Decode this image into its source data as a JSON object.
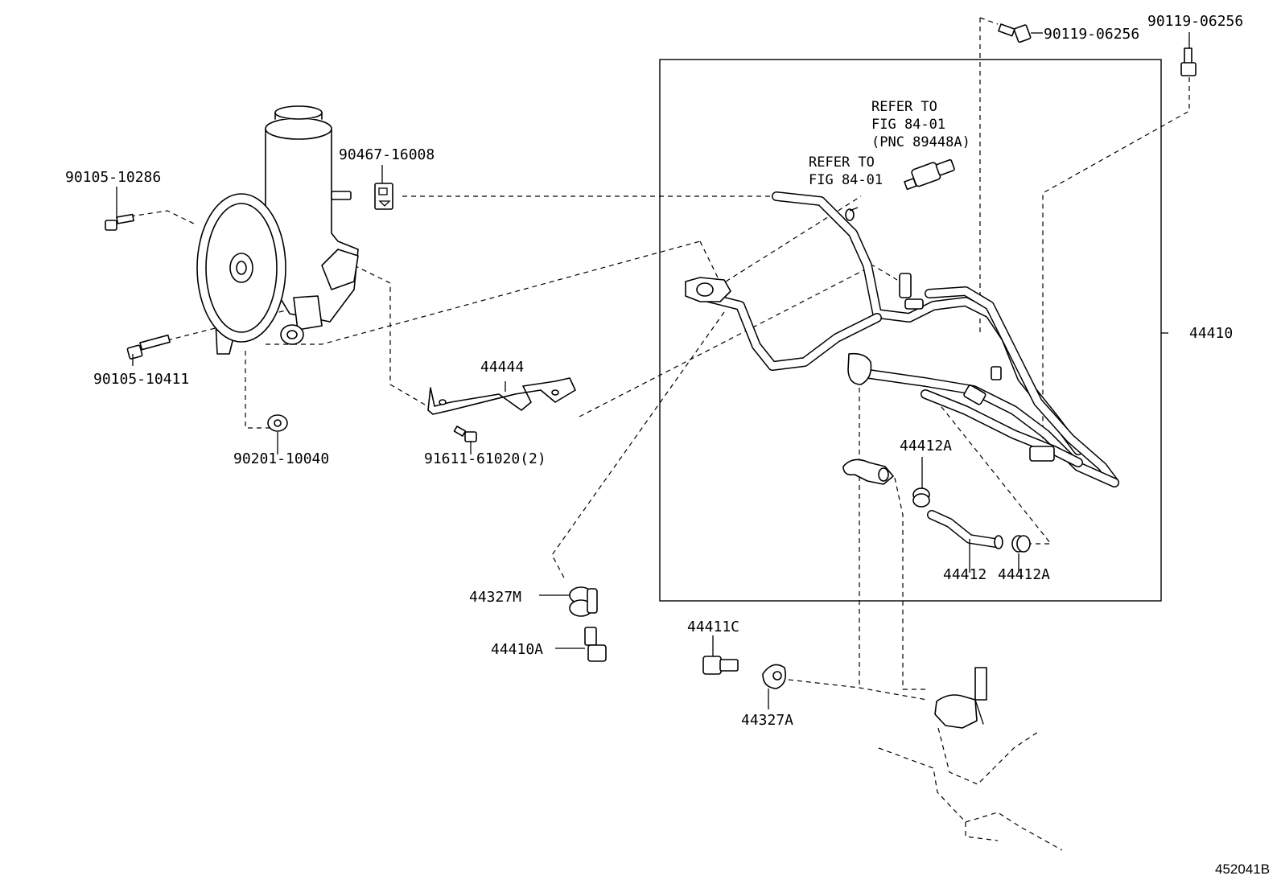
{
  "callouts": {
    "p90119_06256_a": "90119-06256",
    "p90119_06256_b": "90119-06256",
    "p90467_16008": "90467-16008",
    "p90105_10286": "90105-10286",
    "p90105_10411": "90105-10411",
    "p90201_10040": "90201-10040",
    "p44444": "44444",
    "p91611_61020": "91611-61020(2)",
    "p44410": "44410",
    "p44412A_a": "44412A",
    "p44412A_b": "44412A",
    "p44412": "44412",
    "p44327M": "44327M",
    "p44410A": "44410A",
    "p44411C": "44411C",
    "p44327A": "44327A"
  },
  "notes": {
    "refer1_line1": "REFER TO",
    "refer1_line2": "FIG 84-01",
    "refer1_line3": "(PNC 89448A)",
    "refer2_line1": "REFER TO",
    "refer2_line2": "FIG 84-01"
  },
  "figure_id": "452041B"
}
